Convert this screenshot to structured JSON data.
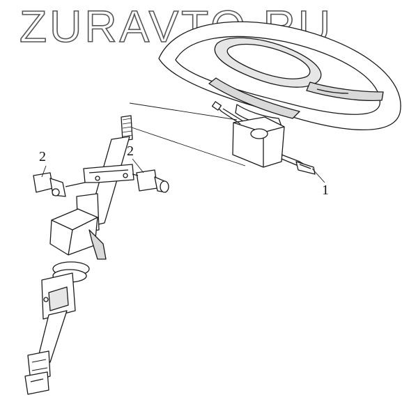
{
  "watermark": {
    "text": "ZURAVTO.RU"
  },
  "callouts": [
    {
      "id": "part-1",
      "label": "1"
    },
    {
      "id": "part-2-left",
      "label": "2"
    },
    {
      "id": "part-2-right",
      "label": "2"
    }
  ],
  "colors": {
    "line": "#1a1a1a",
    "fill": "#ffffff",
    "shade": "#d9d9d9",
    "watermark": "#555555"
  }
}
